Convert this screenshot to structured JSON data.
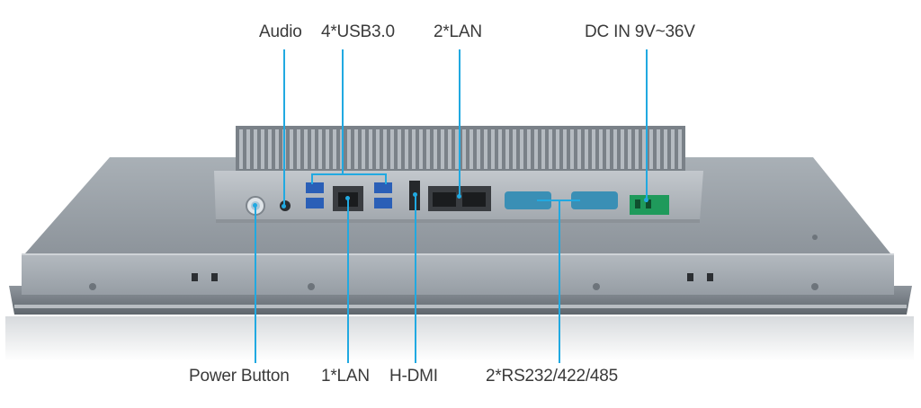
{
  "callouts": {
    "audio": "Audio",
    "usb": "4*USB3.0",
    "lan2": "2*LAN",
    "dc_in": "DC IN 9V~36V",
    "power_button": "Power Button",
    "lan1": "1*LAN",
    "hdmi": "H-DMI",
    "serial": "2*RS232/422/485"
  },
  "colors": {
    "leader_line": "#21a9e1",
    "chassis": "#9aa1a8",
    "label_text": "#3a3a3a",
    "terminal_block": "#1f9a5b"
  }
}
